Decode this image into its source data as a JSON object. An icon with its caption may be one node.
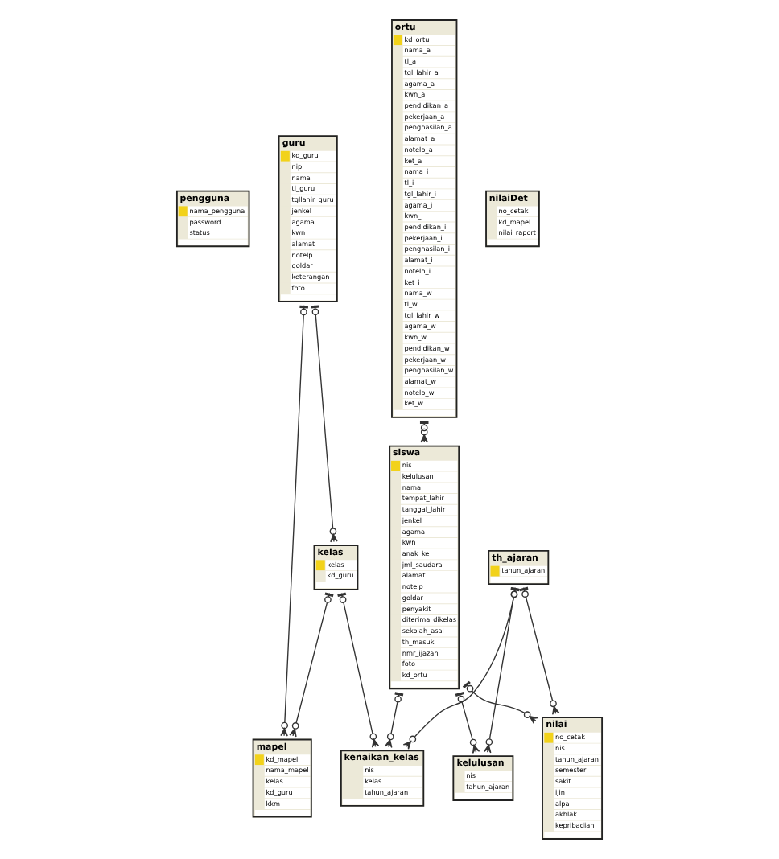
{
  "diagram": {
    "nodes": [
      {
        "text": [
          "pengguna",
          "nama_pengguna",
          "password",
          "status"
        ]
      },
      {
        "text": [
          "guru",
          "kd_guru",
          "nip",
          "nama",
          "tl_guru",
          "tgllahir_guru",
          "jenkel",
          "agama",
          "kwn",
          "alamat",
          "notelp",
          "goldar",
          "keterangan",
          "foto"
        ]
      },
      {
        "text": [
          "siswa",
          "nis",
          "kelulusan",
          "nama",
          "tempat_lahir",
          "tanggal_lahir",
          "jenkel",
          "agama",
          "kwn",
          "anak_ke",
          "jml_saudara",
          "alamat",
          "notelp",
          "goldar",
          "penyakit",
          "diterima_dikelas",
          "sekolah_asal",
          "th_masuk",
          "nmr_ijazah",
          "foto",
          "kd_ortu"
        ]
      },
      {
        "text": [
          "ortu",
          "kd_ortu",
          "nama_a",
          "tl_a",
          "tgl_lahir_a",
          "agama_a",
          "kwn_a",
          "pendidikan_a",
          "pekerjaan_a",
          "penghasilan_a",
          "alamat_a",
          "notelp_a",
          "ket_a",
          "nama_i",
          "tl_i",
          "tgl_lahir_i",
          "agama_i",
          "kwn_i",
          "pendidikan_i",
          "pekerjaan_i",
          "penghasilan_i",
          "alamat_i",
          "notelp_i",
          "ket_i",
          "nama_w",
          "tl_w",
          "tgl_lahir_w",
          "agama_w",
          "kwn_w",
          "pendidikan_w",
          "pekerjaan_w",
          "penghasilan_w",
          "alamat_w",
          "notelp_w",
          "ket_w"
        ]
      },
      {
        "text": [
          "mapel",
          "kd_mapel",
          "nama_mapel",
          "kelas",
          "kd_guru",
          "kkm"
        ]
      },
      {
        "text": [
          "kelas",
          "kelas",
          "kd_guru"
        ]
      },
      {
        "text": [
          "kenaikan_kelas",
          "nis",
          "kelas",
          "tahun_ajaran"
        ]
      },
      {
        "text": [
          "kelulusan",
          "nis",
          "tahun_ajaran"
        ]
      },
      {
        "text": [
          "nilai",
          "no_cetak",
          "nis",
          "tahun_ajaran",
          "semester",
          "sakit",
          "ijin",
          "alpa",
          "akhlak",
          "kepribadian"
        ]
      },
      {
        "text": [
          "th_ajaran",
          "tahun_ajaran"
        ]
      },
      {
        "text": [
          "nilaiDet",
          "no_cetak",
          "kd_mapel",
          "nilai_raport"
        ]
      }
    ],
    "edges": [
      {
        "from": 1,
        "to": 4,
        "arrow": "other"
      },
      {
        "from": 1,
        "to": 5,
        "arrow": "other"
      },
      {
        "from": 5,
        "to": 4,
        "arrow": "other"
      },
      {
        "from": 5,
        "to": 6,
        "arrow": "other"
      },
      {
        "from": 2,
        "to": 6,
        "arrow": "other"
      },
      {
        "from": 2,
        "to": 7,
        "arrow": "other"
      },
      {
        "from": 9,
        "to": 6,
        "arrow": "other"
      },
      {
        "from": 9,
        "to": 7,
        "arrow": "other"
      },
      {
        "from": 9,
        "to": 8,
        "arrow": "other"
      },
      {
        "from": 2,
        "to": 8,
        "arrow": "other"
      },
      {
        "from": 3,
        "to": 2,
        "arrow": "other"
      }
    ]
  }
}
